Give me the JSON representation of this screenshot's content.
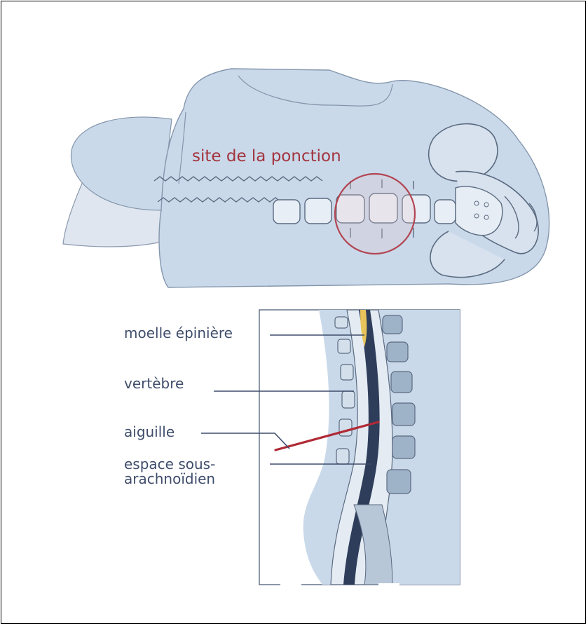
{
  "diagram": {
    "site_label": "site de la ponction",
    "labels": {
      "spinal_cord": "moelle épinière",
      "vertebra": "vertèbre",
      "needle": "aiguille",
      "subarachnoid_space_line1": "espace sous-",
      "subarachnoid_space_line2": "arachnoïdien"
    }
  }
}
